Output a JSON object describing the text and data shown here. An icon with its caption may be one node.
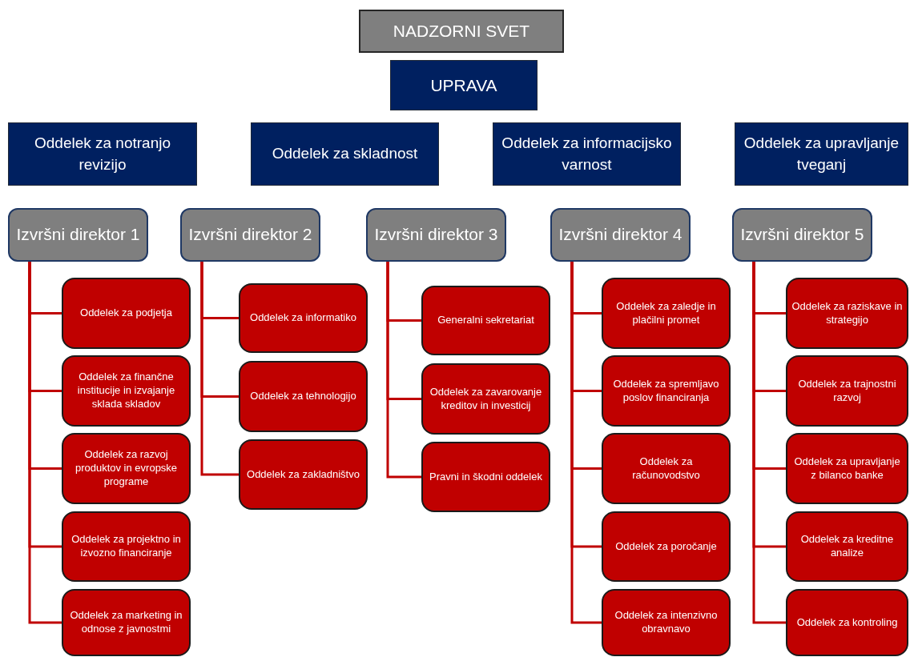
{
  "diagram": {
    "nodes": [
      {
        "text": [
          "NADZORNI SVET"
        ]
      },
      {
        "text": [
          "UPRAVA"
        ]
      },
      {
        "text": [
          "Oddelek za notranjo revizijo"
        ]
      },
      {
        "text": [
          "Oddelek za skladnost"
        ]
      },
      {
        "text": [
          "Oddelek za informacijsko varnost"
        ]
      },
      {
        "text": [
          "Oddelek za upravljanje tveganj"
        ]
      },
      {
        "text": [
          "Izvršni direktor 1"
        ]
      },
      {
        "text": [
          "Izvršni direktor 2"
        ]
      },
      {
        "text": [
          "Izvršni direktor 3"
        ]
      },
      {
        "text": [
          "Izvršni direktor 4"
        ]
      },
      {
        "text": [
          "Izvršni direktor 5"
        ]
      },
      {
        "text": [
          "Oddelek za podjetja"
        ]
      },
      {
        "text": [
          "Oddelek za finančne institucije in izvajanje sklada skladov"
        ]
      },
      {
        "text": [
          "Oddelek za razvoj produktov in evropske programe"
        ]
      },
      {
        "text": [
          "Oddelek za projektno in izvozno financiranje"
        ]
      },
      {
        "text": [
          "Oddelek za marketing in odnose z javnostmi"
        ]
      },
      {
        "text": [
          "Oddelek za informatiko"
        ]
      },
      {
        "text": [
          "Oddelek za tehnologijo"
        ]
      },
      {
        "text": [
          "Oddelek za zakladništvo"
        ]
      },
      {
        "text": [
          "Generalni sekretariat"
        ]
      },
      {
        "text": [
          "Oddelek za zavarovanje kreditov in investicij"
        ]
      },
      {
        "text": [
          "Pravni in škodni oddelek"
        ]
      },
      {
        "text": [
          "Oddelek za zaledje in plačilni promet"
        ]
      },
      {
        "text": [
          "Oddelek za spremljavo poslov financiranja"
        ]
      },
      {
        "text": [
          "Oddelek za računovodstvo"
        ]
      },
      {
        "text": [
          "Oddelek za poročanje"
        ]
      },
      {
        "text": [
          "Oddelek za intenzivno obravnavo"
        ]
      },
      {
        "text": [
          "Oddelek za raziskave in strategijo"
        ]
      },
      {
        "text": [
          "Oddelek za trajnostni razvoj"
        ]
      },
      {
        "text": [
          "Oddelek za upravljanje z bilanco banke"
        ]
      },
      {
        "text": [
          "Oddelek za kreditne analize"
        ]
      },
      {
        "text": [
          "Oddelek za kontroling"
        ]
      }
    ],
    "edges": [
      {
        "from": 6,
        "to": 11,
        "arrow": "none"
      },
      {
        "from": 6,
        "to": 12,
        "arrow": "none"
      },
      {
        "from": 6,
        "to": 13,
        "arrow": "none"
      },
      {
        "from": 6,
        "to": 14,
        "arrow": "none"
      },
      {
        "from": 6,
        "to": 15,
        "arrow": "none"
      },
      {
        "from": 7,
        "to": 16,
        "arrow": "none"
      },
      {
        "from": 7,
        "to": 17,
        "arrow": "none"
      },
      {
        "from": 7,
        "to": 18,
        "arrow": "none"
      },
      {
        "from": 8,
        "to": 19,
        "arrow": "none"
      },
      {
        "from": 8,
        "to": 20,
        "arrow": "none"
      },
      {
        "from": 8,
        "to": 21,
        "arrow": "none"
      },
      {
        "from": 9,
        "to": 22,
        "arrow": "none"
      },
      {
        "from": 9,
        "to": 23,
        "arrow": "none"
      },
      {
        "from": 9,
        "to": 24,
        "arrow": "none"
      },
      {
        "from": 9,
        "to": 25,
        "arrow": "none"
      },
      {
        "from": 9,
        "to": 26,
        "arrow": "none"
      },
      {
        "from": 10,
        "to": 27,
        "arrow": "none"
      },
      {
        "from": 10,
        "to": 28,
        "arrow": "none"
      },
      {
        "from": 10,
        "to": 29,
        "arrow": "none"
      },
      {
        "from": 10,
        "to": 30,
        "arrow": "none"
      },
      {
        "from": 10,
        "to": 31,
        "arrow": "none"
      }
    ]
  }
}
